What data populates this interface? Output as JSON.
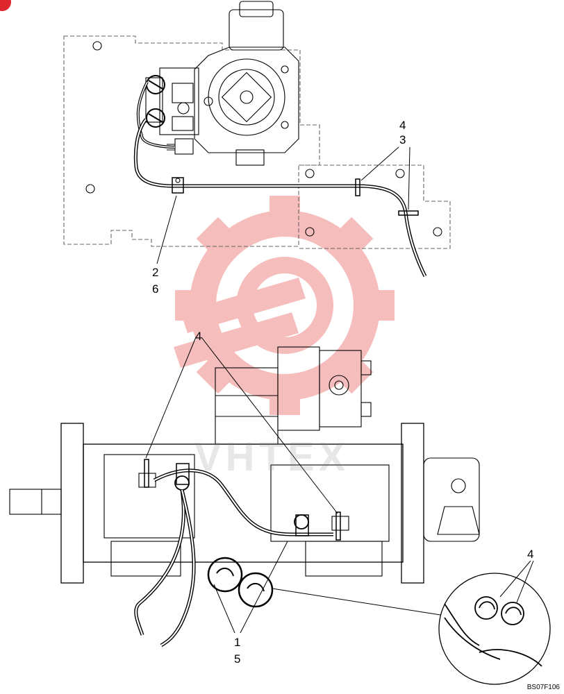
{
  "callouts": {
    "top_4": "4",
    "top_3": "3",
    "top_2": "2",
    "top_6": "6",
    "mid_4": "4",
    "inset_4": "4",
    "bottom_1": "1",
    "bottom_5": "5"
  },
  "figure_code": "BS07F106",
  "watermark": {
    "text": "VHTEX",
    "color": "#f2a4a4"
  },
  "colors": {
    "line": "#000000",
    "dashed": "#555555",
    "watermark_red": "#f4a7a7",
    "badge": "#e0262e"
  }
}
